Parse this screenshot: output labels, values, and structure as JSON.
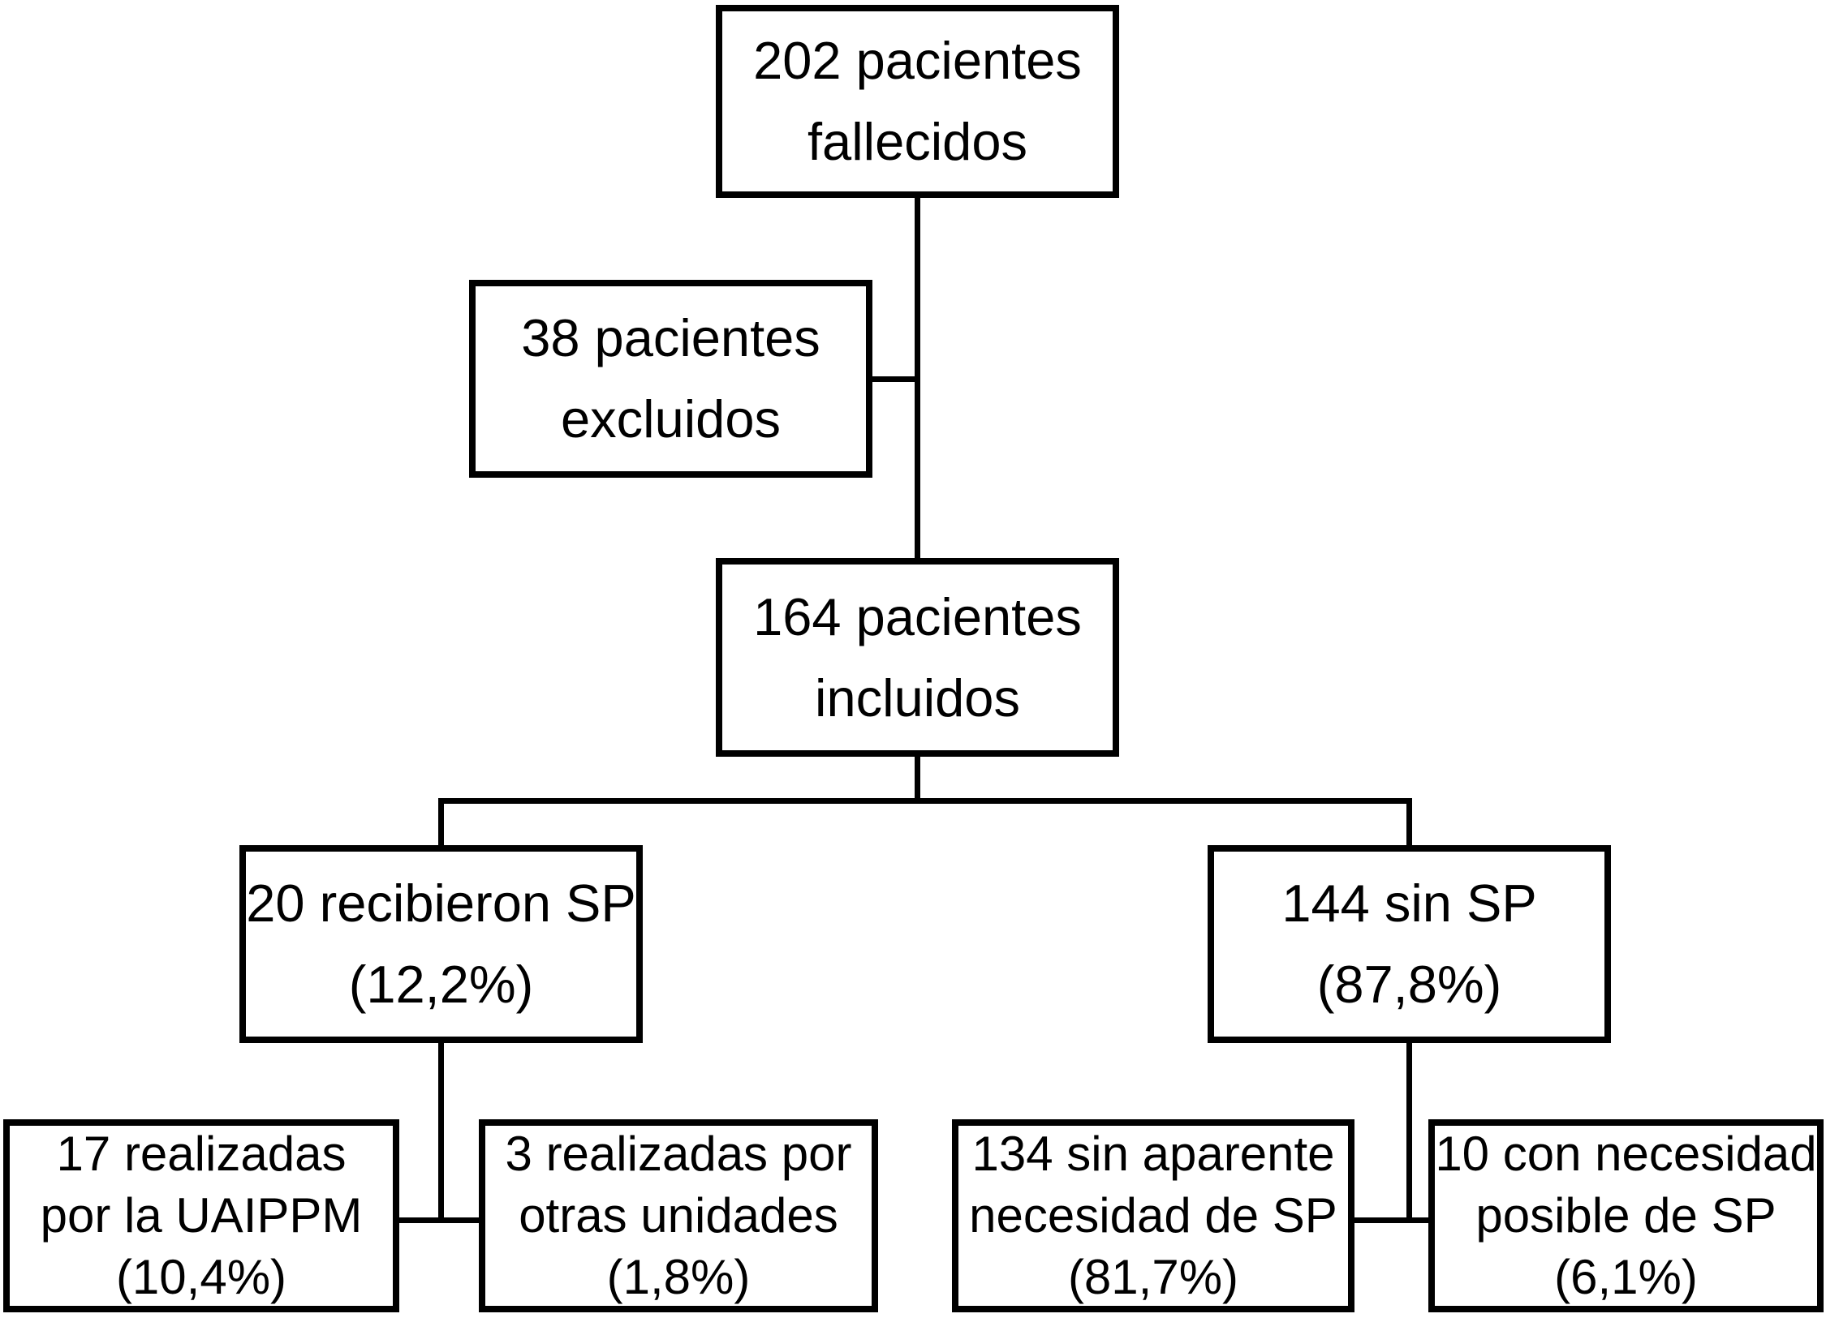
{
  "diagram": {
    "type": "flowchart",
    "language": "es",
    "background_color": "#ffffff",
    "line_color": "#000000",
    "text_color": "#000000",
    "nodes": [
      {
        "id": "202-pacientes-fallecidos",
        "lines": [
          "202 pacientes",
          "fallecidos"
        ]
      },
      {
        "id": "38-pacientes-excluidos",
        "lines": [
          "38 pacientes",
          "excluidos"
        ]
      },
      {
        "id": "164-pacientes-incluidos",
        "lines": [
          "164 pacientes",
          "incluidos"
        ]
      },
      {
        "id": "20-recibieron-sp",
        "lines": [
          "20 recibieron SP",
          "(12,2%)"
        ]
      },
      {
        "id": "144-sin-sp",
        "lines": [
          "144 sin SP",
          "(87,8%)"
        ]
      },
      {
        "id": "17-realizadas-uaippm",
        "lines": [
          "17 realizadas",
          "por la UAIPPM",
          "(10,4%)"
        ]
      },
      {
        "id": "3-realizadas-otras-unidades",
        "lines": [
          "3 realizadas por",
          "otras unidades",
          "(1,8%)"
        ]
      },
      {
        "id": "134-sin-aparente-necesidad",
        "lines": [
          "134 sin aparente",
          "necesidad de SP",
          "(81,7%)"
        ]
      },
      {
        "id": "10-con-necesidad-posible",
        "lines": [
          "10 con necesidad",
          "posible de SP",
          "(6,1%)"
        ]
      }
    ],
    "edges": [
      {
        "from": "202-pacientes-fallecidos",
        "to": "38-pacientes-excluidos"
      },
      {
        "from": "202-pacientes-fallecidos",
        "to": "164-pacientes-incluidos"
      },
      {
        "from": "164-pacientes-incluidos",
        "to": "20-recibieron-sp"
      },
      {
        "from": "164-pacientes-incluidos",
        "to": "144-sin-sp"
      },
      {
        "from": "20-recibieron-sp",
        "to": "17-realizadas-uaippm"
      },
      {
        "from": "20-recibieron-sp",
        "to": "3-realizadas-otras-unidades"
      },
      {
        "from": "144-sin-sp",
        "to": "134-sin-aparente-necesidad"
      },
      {
        "from": "144-sin-sp",
        "to": "10-con-necesidad-posible"
      }
    ]
  }
}
